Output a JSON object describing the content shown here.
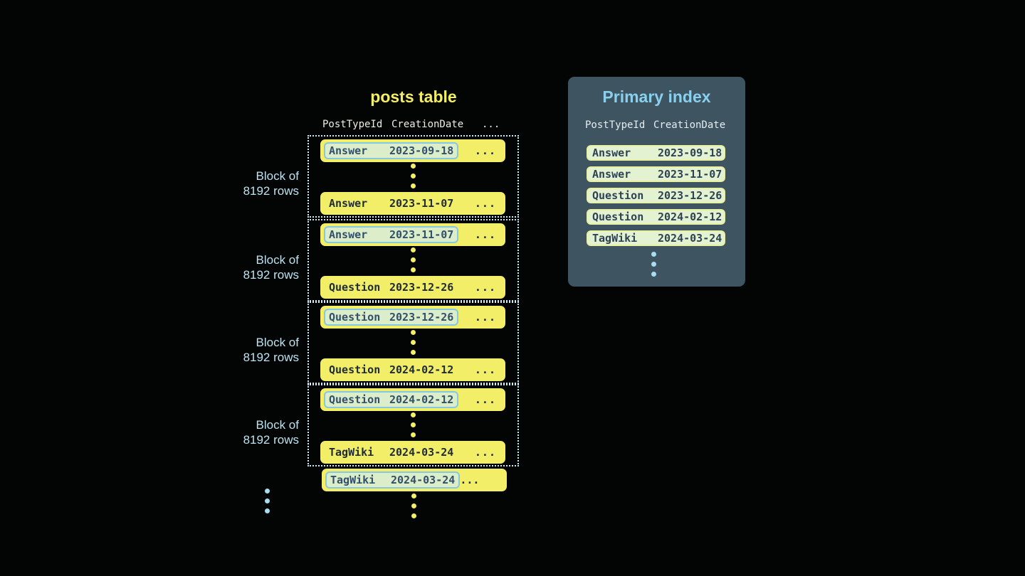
{
  "colors": {
    "background": "#030404",
    "accent_yellow": "#f3ee68",
    "row_text": "#1f2b35",
    "highlight_cell_bg": "#dcedca",
    "highlight_cell_border": "#86c8e2",
    "block_dotted_border": "#cfeaf4",
    "light_blue_text": "#bce3f2",
    "panel_bg": "#3f5461",
    "panel_title_blue": "#89d0ee",
    "index_row_bg": "#e3f2d1",
    "index_row_border": "#e9f0a2"
  },
  "posts_table": {
    "title": "posts table",
    "headers": {
      "col1": "PostTypeId",
      "col2": "CreationDate",
      "col3": "..."
    },
    "row_ellipsis": "...",
    "block_label_line1": "Block of",
    "block_label_line2": "8192 rows",
    "blocks": [
      {
        "first": {
          "type": "Answer",
          "date": "2023-09-18"
        },
        "last": {
          "type": "Answer",
          "date": "2023-11-07"
        }
      },
      {
        "first": {
          "type": "Answer",
          "date": "2023-11-07"
        },
        "last": {
          "type": "Question",
          "date": "2023-12-26"
        }
      },
      {
        "first": {
          "type": "Question",
          "date": "2023-12-26"
        },
        "last": {
          "type": "Question",
          "date": "2024-02-12"
        }
      },
      {
        "first": {
          "type": "Question",
          "date": "2024-02-12"
        },
        "last": {
          "type": "TagWiki",
          "date": "2024-03-24"
        }
      }
    ],
    "overflow_row": {
      "type": "TagWiki",
      "date": "2024-03-24"
    }
  },
  "primary_index": {
    "title": "Primary index",
    "headers": {
      "col1": "PostTypeId",
      "col2": "CreationDate"
    },
    "rows": [
      {
        "type": "Answer",
        "date": "2023-09-18"
      },
      {
        "type": "Answer",
        "date": "2023-11-07"
      },
      {
        "type": "Question",
        "date": "2023-12-26"
      },
      {
        "type": "Question",
        "date": "2024-02-12"
      },
      {
        "type": "TagWiki",
        "date": "2024-03-24"
      }
    ]
  }
}
